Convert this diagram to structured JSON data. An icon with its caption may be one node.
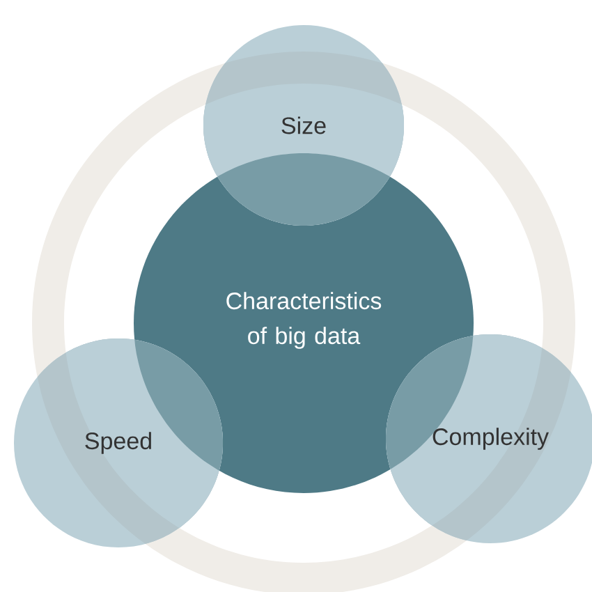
{
  "diagram": {
    "nodes": [
      {
        "text": [
          "Characteristics of big data"
        ]
      },
      {
        "text": [
          "Size"
        ]
      },
      {
        "text": [
          "Speed"
        ]
      },
      {
        "text": [
          "Complexity"
        ]
      }
    ]
  }
}
